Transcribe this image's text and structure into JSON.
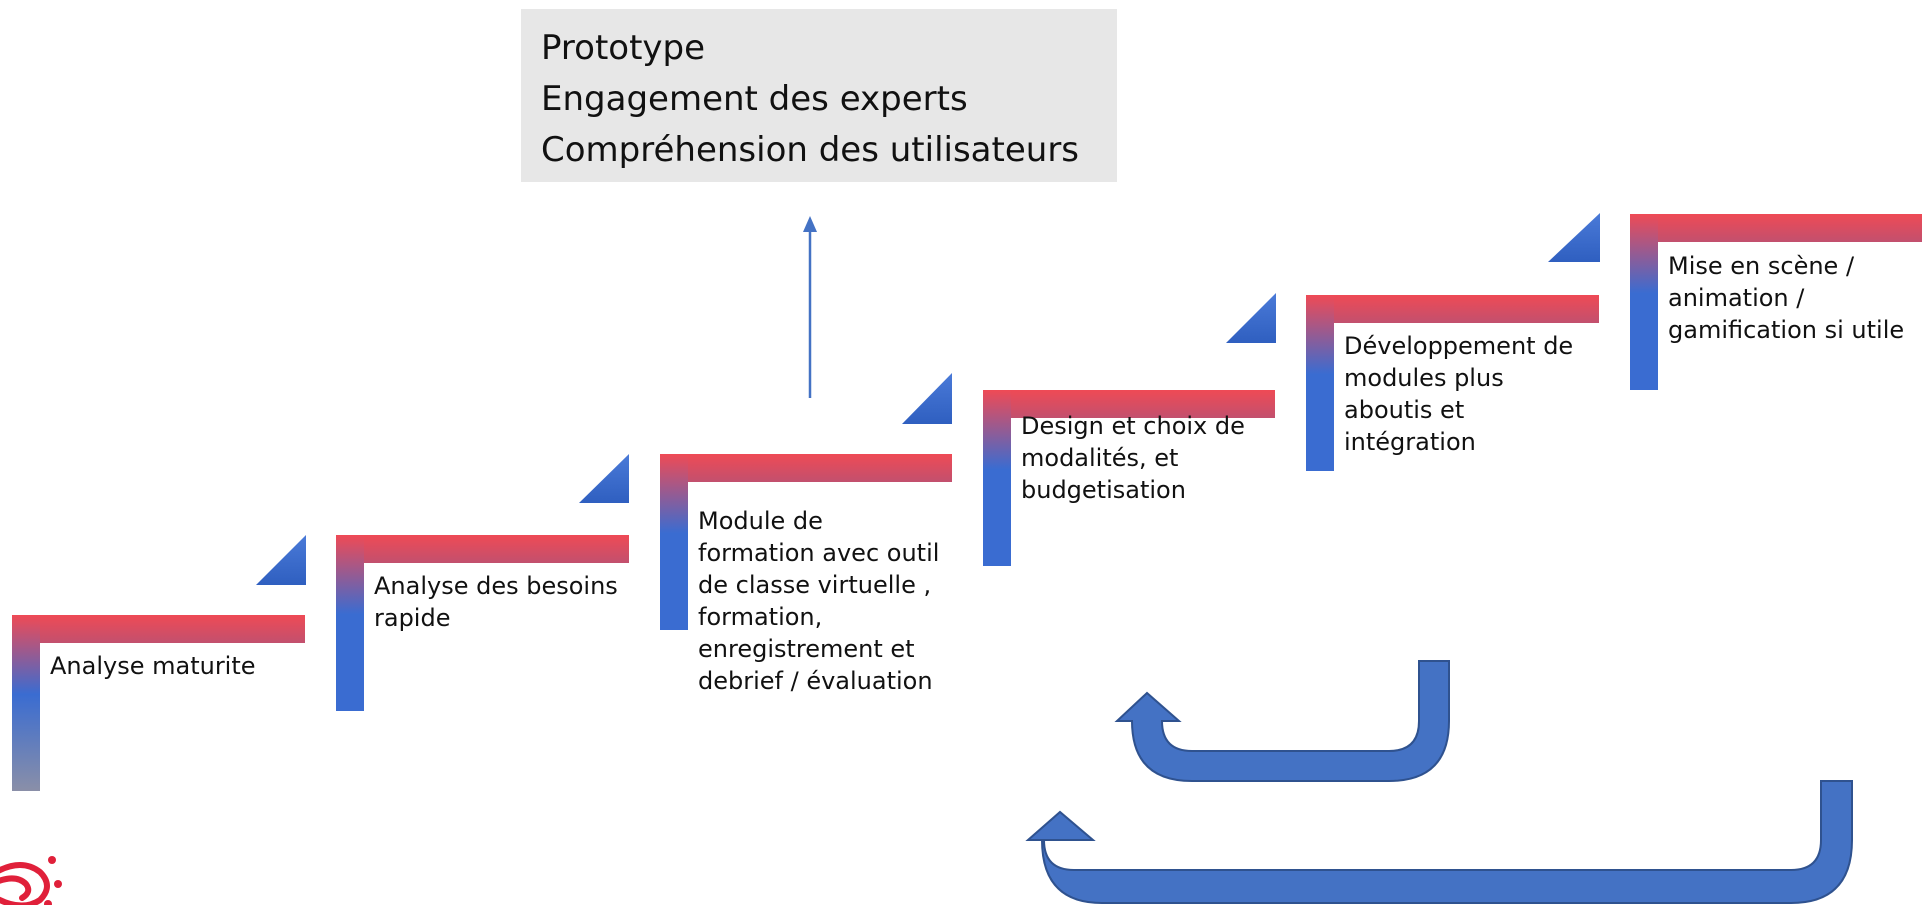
{
  "callout": {
    "lines": [
      "Prototype",
      "Engagement des experts",
      "Compréhension des utilisateurs"
    ]
  },
  "steps": [
    {
      "label_lines": [
        "Analyse maturite"
      ]
    },
    {
      "label_lines": [
        "Analyse des besoins",
        "rapide"
      ]
    },
    {
      "label_lines": [
        "Module de",
        "formation avec outil",
        "de classe virtuelle ,",
        "formation,",
        "enregistrement et",
        "debrief / évaluation"
      ]
    },
    {
      "label_lines": [
        "Design et choix de",
        "modalités, et",
        "budgetisation"
      ]
    },
    {
      "label_lines": [
        "Développement de",
        "modules plus",
        "aboutis et",
        "intégration"
      ]
    },
    {
      "label_lines": [
        "Mise en scène /",
        "animation /",
        "gamification si utile"
      ]
    }
  ],
  "colors": {
    "gradient_top": "#ef4a55",
    "gradient_bottom": "#3a6cd1",
    "first_step_bottom": "#8a8fa8",
    "arrow_fill": "#4472c4",
    "arrow_stroke": "#2f528f",
    "callout_bg": "#e7e7e7",
    "logo": "#e0203a"
  }
}
